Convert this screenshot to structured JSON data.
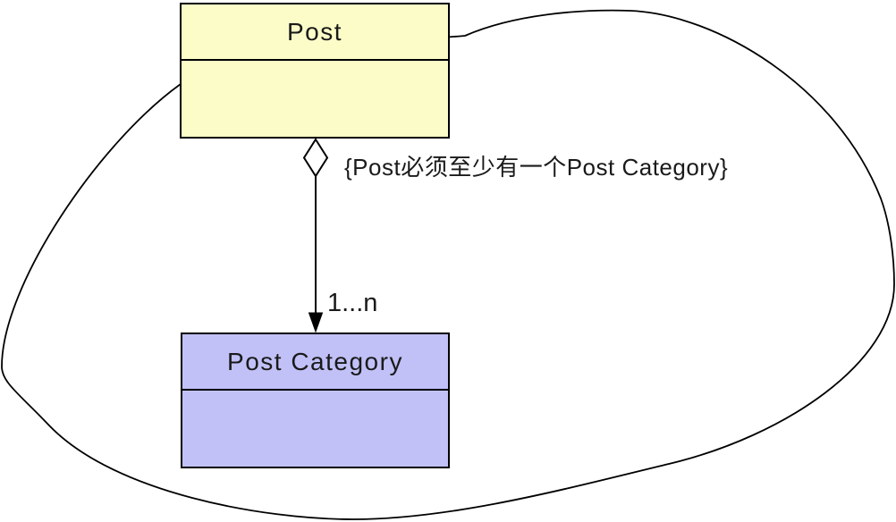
{
  "diagram": {
    "type": "uml-class-diagram",
    "classes": [
      {
        "name": "Post",
        "fill": "#FCFCC8",
        "attributes": []
      },
      {
        "name": "Post Category",
        "fill": "#C1C1F8",
        "attributes": []
      }
    ],
    "relationship": {
      "from": "Post",
      "to": "Post Category",
      "kind": "aggregation",
      "diamond": "hollow",
      "arrow": "filled",
      "multiplicity": "1...n",
      "constraint": "{Post必须至少有一个Post Category}"
    },
    "boundary": {
      "shape": "freeform-ellipse",
      "stroke": "#000000"
    },
    "colors": {
      "stroke": "#000000",
      "text": "#1a1a1a",
      "background": "#ffffff",
      "post_fill": "#FCFCC8",
      "post_category_fill": "#C1C1F8"
    }
  }
}
